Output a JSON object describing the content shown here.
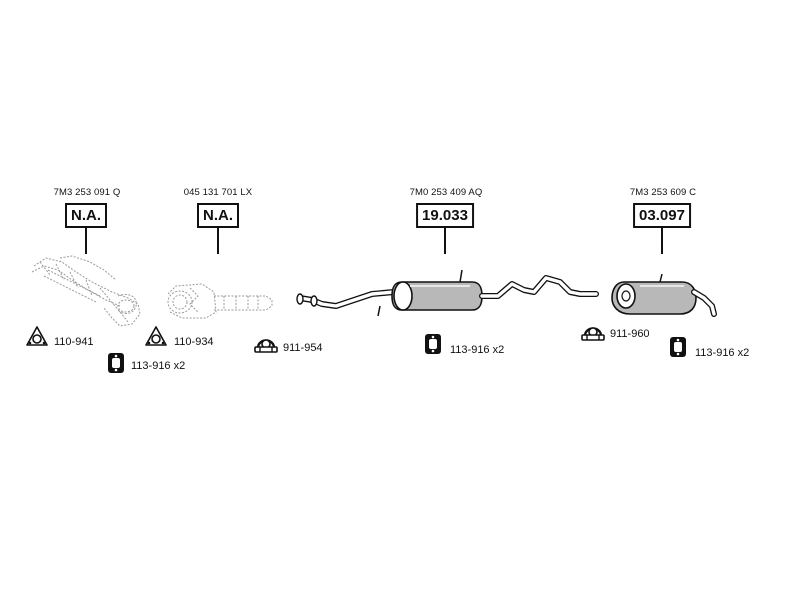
{
  "components": [
    {
      "oe_number": "7M3 253 091 Q",
      "reference": "N.A.",
      "icon": "exhaust-manifold-icon"
    },
    {
      "oe_number": "045 131 701 LX",
      "reference": "N.A.",
      "icon": "catalytic-converter-icon"
    },
    {
      "oe_number": "7M0 253 409 AQ",
      "reference": "19.033",
      "icon": "middle-silencer-icon"
    },
    {
      "oe_number": "7M3 253 609 C",
      "reference": "03.097",
      "icon": "rear-silencer-icon"
    }
  ],
  "fittings": [
    {
      "code": "110-941",
      "icon": "gasket-icon"
    },
    {
      "code": "113-916 x2",
      "icon": "rubber-mount-icon"
    },
    {
      "code": "110-934",
      "icon": "gasket-icon"
    },
    {
      "code": "911-954",
      "icon": "pipe-clamp-icon"
    },
    {
      "code": "113-916 x2",
      "icon": "rubber-mount-icon"
    },
    {
      "code": "911-960",
      "icon": "pipe-clamp-icon"
    },
    {
      "code": "113-916 x2",
      "icon": "rubber-mount-icon"
    }
  ],
  "colors": {
    "line": "#111111",
    "faded_part": "#9a9a9a",
    "part_fill": "#b8b8b8"
  }
}
